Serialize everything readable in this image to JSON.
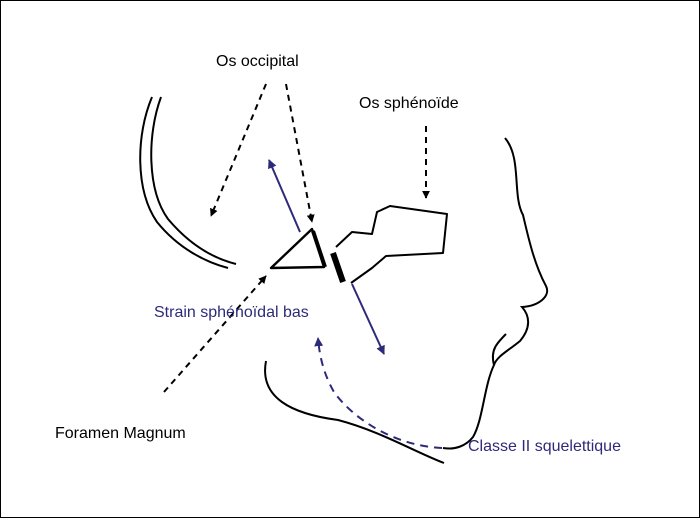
{
  "labels": {
    "occipital": "Os occipital",
    "sphenoid": "Os sphénoïde",
    "strain": "Strain sphénoïdal bas",
    "foramen": "Foramen Magnum",
    "classe": "Classe II squelettique"
  },
  "colors": {
    "ink": "#000000",
    "accent": "#2e2a7a"
  }
}
